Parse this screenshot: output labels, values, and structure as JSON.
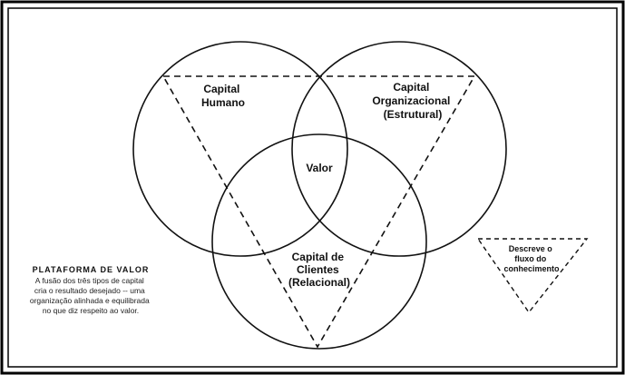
{
  "diagram": {
    "circles": {
      "human": {
        "lines": [
          "Capital",
          "Humano"
        ]
      },
      "organizational": {
        "lines": [
          "Capital",
          "Organizacional",
          "(Estrutural)"
        ]
      },
      "clients": {
        "lines": [
          "Capital de",
          "Clientes",
          "(Relacional)"
        ]
      }
    },
    "center": {
      "label": "Valor"
    },
    "platform": {
      "title": "PLATAFORMA DE VALOR",
      "lines": [
        "A fusão dos três tipos de capital",
        "cria o resultado desejado -- uma",
        "organização alinhada e equilibrada",
        "no que diz respeito ao valor."
      ]
    },
    "legend": {
      "lines": [
        "Descreve o",
        "fluxo do",
        "conhecimento"
      ]
    }
  }
}
